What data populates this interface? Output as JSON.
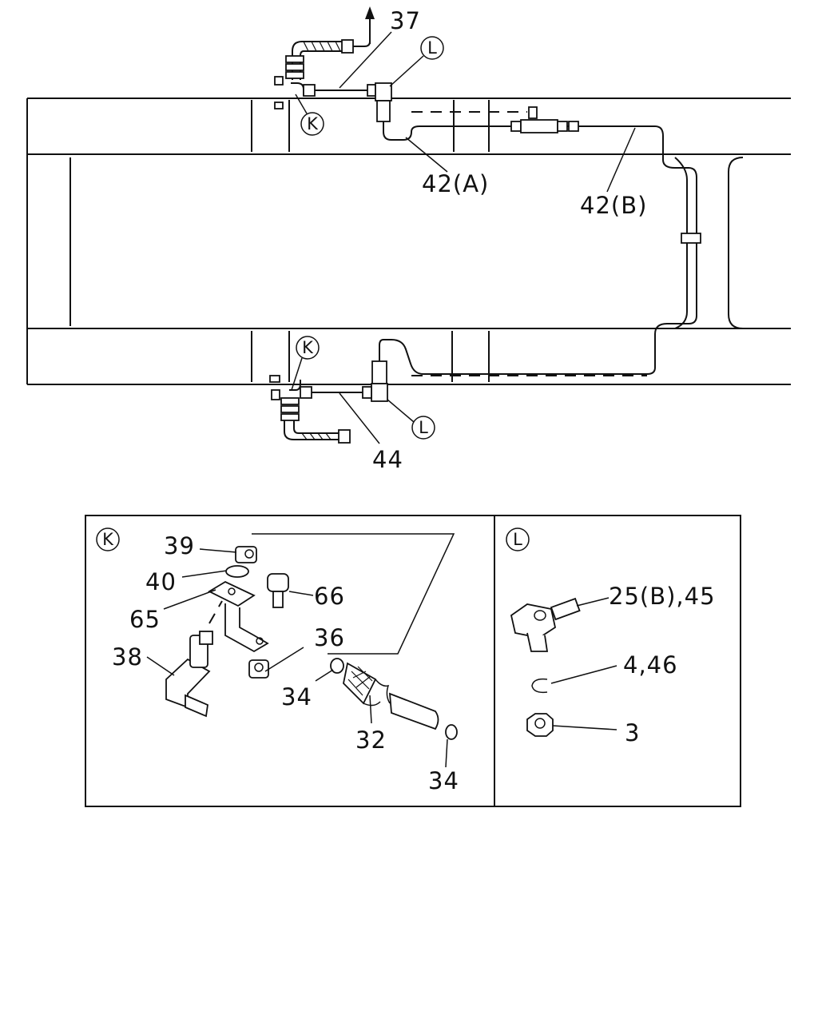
{
  "callouts": {
    "upper_37": "37",
    "upper_42a": "42(A)",
    "upper_42b": "42(B)",
    "lower_44": "44",
    "upper_k": "K",
    "upper_l": "L",
    "lower_k": "K",
    "lower_l": "L"
  },
  "detail_k": {
    "badge": "K",
    "labels": {
      "p39": "39",
      "p40": "40",
      "p65": "65",
      "p66": "66",
      "p38": "38",
      "p36": "36",
      "p34a": "34",
      "p32": "32",
      "p34b": "34"
    }
  },
  "detail_l": {
    "badge": "L",
    "labels": {
      "p25": "25(B),45",
      "p4": "4,46",
      "p3": "3"
    }
  },
  "colors": {
    "ink": "#111111",
    "paper": "#ffffff"
  }
}
